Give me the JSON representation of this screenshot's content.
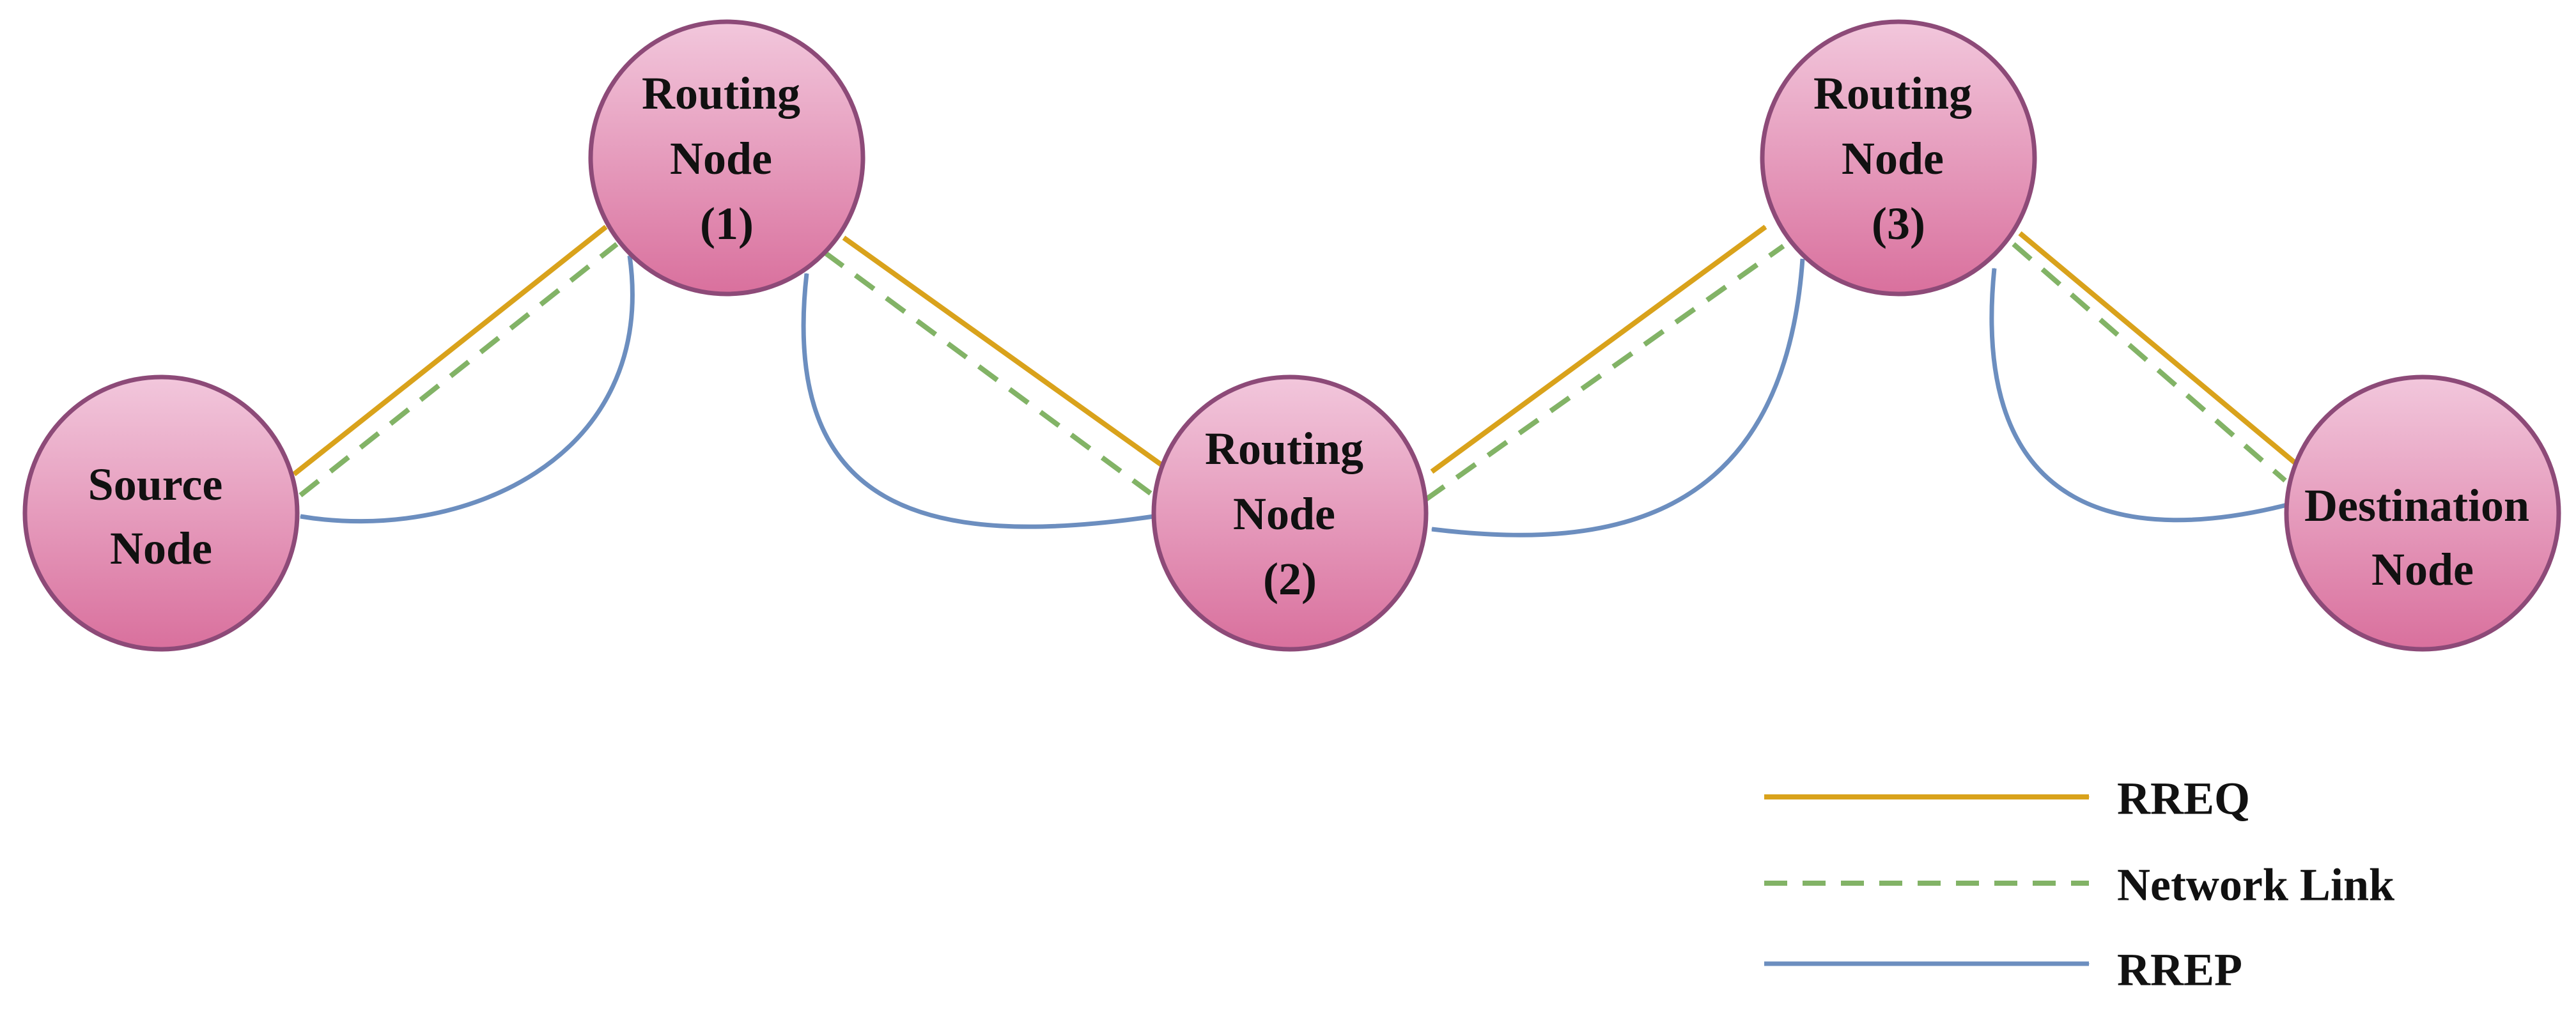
{
  "nodes": [
    {
      "id": "source",
      "lines": [
        "Source",
        "Node"
      ]
    },
    {
      "id": "routing-1",
      "lines": [
        "Routing",
        "Node",
        "(1)"
      ]
    },
    {
      "id": "routing-2",
      "lines": [
        "Routing",
        "Node",
        "(2)"
      ]
    },
    {
      "id": "routing-3",
      "lines": [
        "Routing",
        "Node",
        "(3)"
      ]
    },
    {
      "id": "destination",
      "lines": [
        "Destination",
        "Node"
      ]
    }
  ],
  "edges": {
    "rreq": [
      {
        "from": "source",
        "to": "routing-1"
      },
      {
        "from": "routing-1",
        "to": "routing-2"
      },
      {
        "from": "routing-2",
        "to": "routing-3"
      },
      {
        "from": "routing-3",
        "to": "destination"
      }
    ],
    "network_link": [
      {
        "from": "source",
        "to": "routing-1"
      },
      {
        "from": "routing-1",
        "to": "routing-2"
      },
      {
        "from": "routing-2",
        "to": "routing-3"
      },
      {
        "from": "routing-3",
        "to": "destination"
      }
    ],
    "rrep": [
      {
        "from": "routing-1",
        "to": "source"
      },
      {
        "from": "routing-2",
        "to": "routing-1"
      },
      {
        "from": "routing-3",
        "to": "routing-2"
      },
      {
        "from": "destination",
        "to": "routing-3"
      }
    ]
  },
  "legend": {
    "rreq": "RREQ",
    "network_link": "Network Link",
    "rrep": "RREP"
  },
  "colors": {
    "rreq": "#d9a21b",
    "network_link": "#82b366",
    "rrep": "#6c8ebf",
    "node_fill_top": "#f2c7dc",
    "node_fill_bottom": "#d9709d",
    "node_stroke": "#8d4a78"
  }
}
